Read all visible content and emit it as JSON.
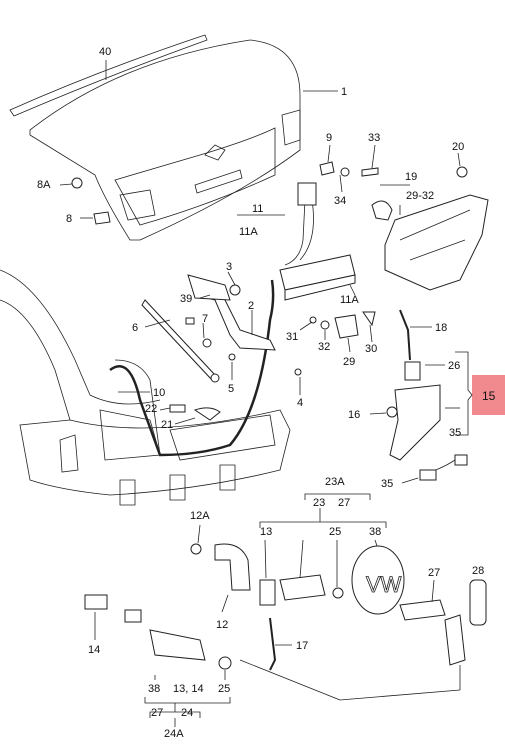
{
  "labels": {
    "p40": "40",
    "p1": "1",
    "p9": "9",
    "p33": "33",
    "p20": "20",
    "p8A": "8A",
    "p8": "8",
    "p34": "34",
    "p19": "19",
    "p29_32": "29-32",
    "p11": "11",
    "p11A_top": "11A",
    "p11A_bottom": "11A",
    "p3": "3",
    "p39": "39",
    "p2": "2",
    "p7": "7",
    "p6": "6",
    "p5": "5",
    "p4": "4",
    "p10": "10",
    "p22": "22",
    "p21": "21",
    "p31": "31",
    "p32": "32",
    "p29": "29",
    "p30": "30",
    "p18": "18",
    "p26": "26",
    "p15": "15",
    "p16": "16",
    "p35_mid": "35",
    "p35_low": "35",
    "p23A": "23A",
    "p23": "23",
    "p27_top": "27",
    "p12A": "12A",
    "p13": "13",
    "p25_mid": "25",
    "p38": "38",
    "p27_right": "27",
    "p28": "28",
    "p12": "12",
    "p14": "14",
    "p17": "17",
    "p38_low": "38",
    "p13_14": "13, 14",
    "p25_low": "25",
    "p27_low": "27",
    "p24": "24",
    "p24A": "24A"
  },
  "highlight": {
    "color": "#f08a8e"
  }
}
